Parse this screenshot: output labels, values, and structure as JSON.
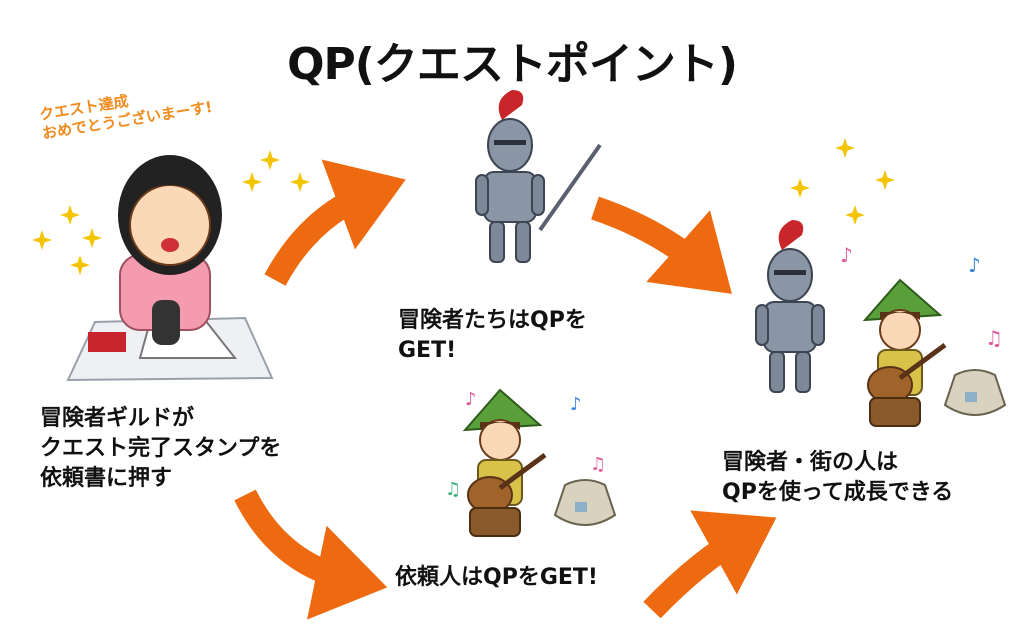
{
  "title": "QP(クエストポイント)",
  "speech": "クエスト達成\nおめでとうございまーす!",
  "steps": {
    "guild": "冒険者ギルドが\nクエスト完了スタンプを\n依頼書に押す",
    "adventurers": "冒険者たちはQPを\nGET!",
    "client": "依頼人はQPをGET!",
    "growth": "冒険者・街の人は\nQPを使って成長できる"
  },
  "colors": {
    "arrow": "#ee6a10",
    "star": "#f5c400",
    "speech": "#f08a1c"
  }
}
